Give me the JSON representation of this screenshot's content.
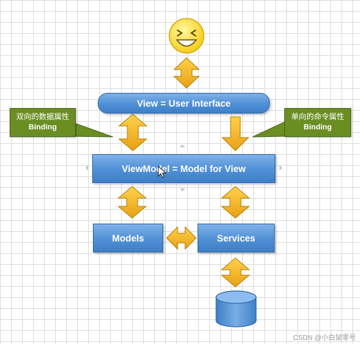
{
  "diagram": {
    "view_label": "View = User Interface",
    "viewmodel_label": "ViewModel = Model for View",
    "models_label": "Models",
    "services_label": "Services",
    "left_callout": {
      "line1": "双向的数据属性",
      "line2": "Binding"
    },
    "right_callout": {
      "line1": "单向的命令属性",
      "line2": "Binding"
    },
    "icons": [
      "smiley-face-icon",
      "database-cylinder-icon",
      "mouse-cursor-icon"
    ],
    "colors": {
      "box_blue": "#4f8fd6",
      "arrow_orange": "#f0b323",
      "callout_green": "#6b8e23",
      "smiley_yellow": "#ffe23a"
    }
  },
  "footer": {
    "watermark": "CSDN @小白鼠零号"
  }
}
